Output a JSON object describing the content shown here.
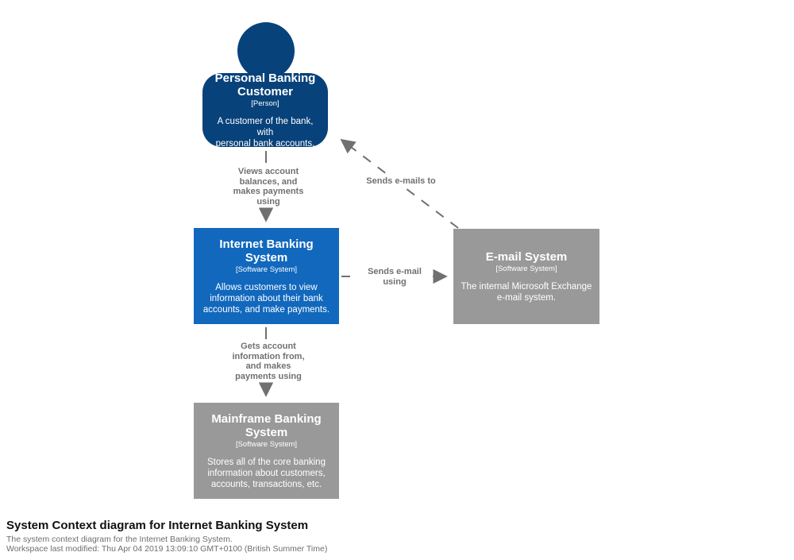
{
  "colors": {
    "person": "#08427b",
    "software_system": "#1168bd",
    "external_system": "#999999",
    "relationship": "#707070"
  },
  "nodes": {
    "person": {
      "title": "Personal Banking\nCustomer",
      "meta": "[Person]",
      "description": "A customer of the bank, with\npersonal bank accounts."
    },
    "internet_banking": {
      "title": "Internet Banking System",
      "meta": "[Software System]",
      "description": "Allows customers to view\ninformation about their bank\naccounts, and make payments."
    },
    "email": {
      "title": "E-mail System",
      "meta": "[Software System]",
      "description": "The internal Microsoft Exchange\ne-mail system."
    },
    "mainframe": {
      "title": "Mainframe Banking\nSystem",
      "meta": "[Software System]",
      "description": "Stores all of the core banking\ninformation about customers,\naccounts, transactions, etc."
    }
  },
  "relationships": {
    "person_to_internet_banking": {
      "label": "Views account\nbalances, and\nmakes payments\nusing"
    },
    "email_to_person": {
      "label": "Sends e-mails to"
    },
    "internet_banking_to_email": {
      "label": "Sends e-mail\nusing"
    },
    "internet_banking_to_mainframe": {
      "label": "Gets account\ninformation from,\nand makes\npayments using"
    }
  },
  "footer": {
    "title": "System Context diagram for Internet Banking System",
    "subtitle": "The system context diagram for the Internet Banking System.",
    "modified": "Workspace last modified: Thu Apr 04 2019 13:09:10 GMT+0100 (British Summer Time)"
  }
}
